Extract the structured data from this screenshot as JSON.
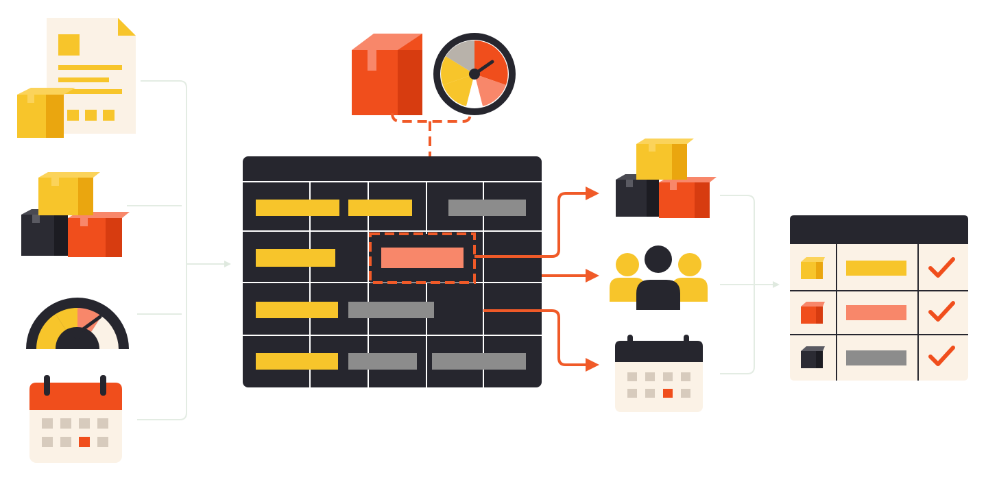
{
  "colors": {
    "yellow": "#f7c52b",
    "yellow_dark": "#eaa60f",
    "orange": "#f04e1c",
    "orange_dark": "#d73c10",
    "salmon": "#f8876a",
    "dark": "#26262e",
    "gray": "#8c8c8c",
    "paper": "#fbf2e6",
    "connector": "#dfe9df"
  },
  "inputs": [
    {
      "name": "order-document-icon"
    },
    {
      "name": "inventory-boxes-icon"
    },
    {
      "name": "speedometer-icon"
    },
    {
      "name": "calendar-icon"
    }
  ],
  "table": {
    "rows": [
      {
        "bars": [
          "yellow",
          "yellow",
          "none",
          "gray"
        ]
      },
      {
        "bars": [
          "yellow",
          "none",
          "salmon",
          "none"
        ]
      },
      {
        "bars": [
          "yellow",
          "gray",
          "none",
          "none"
        ]
      },
      {
        "bars": [
          "yellow",
          "gray",
          "none",
          "gray"
        ]
      }
    ]
  },
  "outputs": [
    {
      "name": "stock-allocation-icon"
    },
    {
      "name": "team-icon"
    },
    {
      "name": "schedule-icon"
    }
  ],
  "result": {
    "rows": [
      {
        "icon": "yellow-box-icon",
        "bar": "yellow",
        "status": "check-icon"
      },
      {
        "icon": "orange-box-icon",
        "bar": "salmon",
        "status": "check-icon"
      },
      {
        "icon": "dark-box-icon",
        "bar": "gray",
        "status": "check-icon"
      }
    ]
  }
}
